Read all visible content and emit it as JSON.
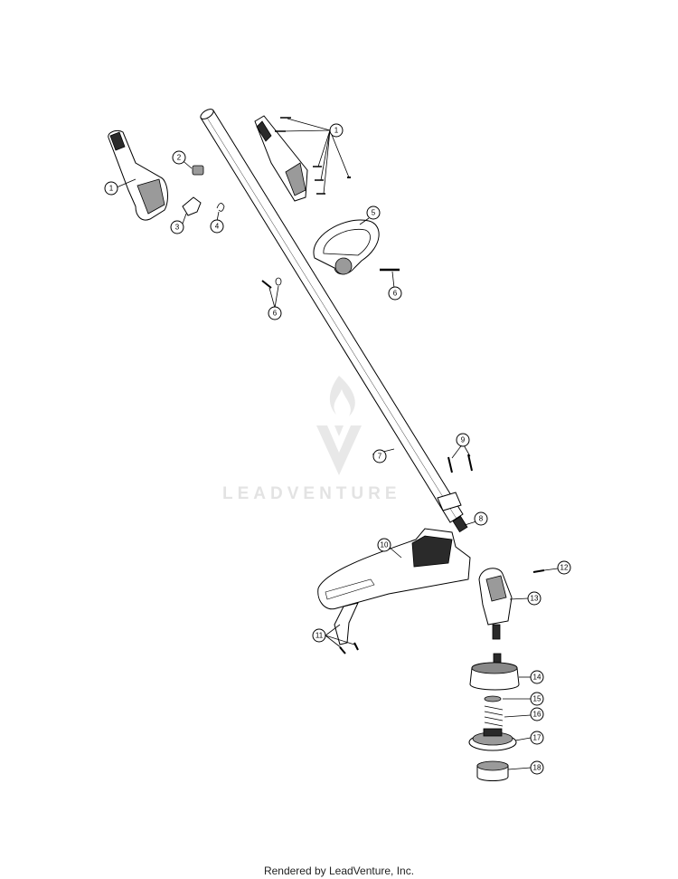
{
  "watermark": {
    "text": "LEADVENTURE"
  },
  "footer": {
    "text": "Rendered by LeadVenture, Inc."
  },
  "callouts": [
    "1",
    "1",
    "2",
    "3",
    "4",
    "5",
    "6",
    "6",
    "7",
    "8",
    "9",
    "10",
    "11",
    "12",
    "13",
    "14",
    "15",
    "16",
    "17",
    "18"
  ]
}
